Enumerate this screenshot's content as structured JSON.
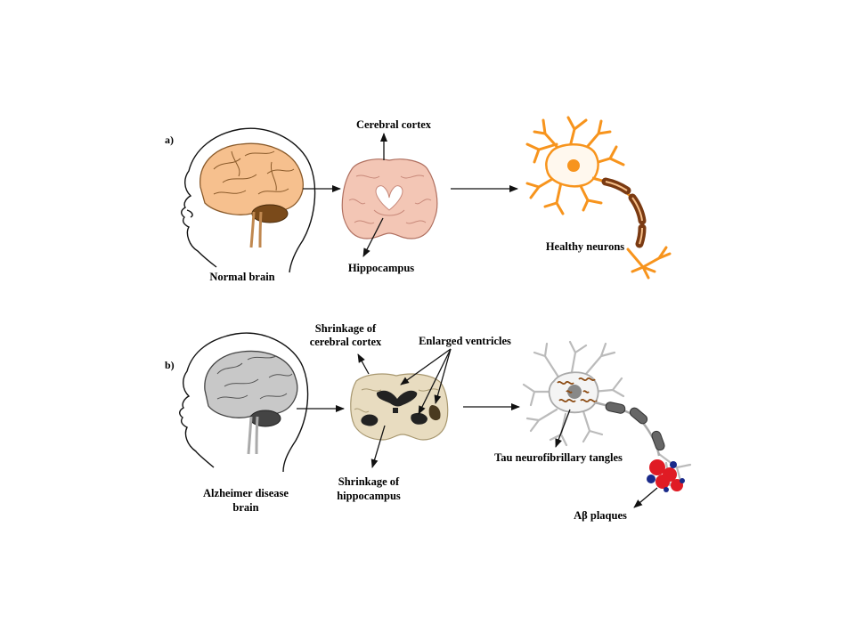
{
  "panel_a": {
    "letter": "a)",
    "normal_brain": "Normal brain",
    "cerebral_cortex": "Cerebral cortex",
    "hippocampus": "Hippocampus",
    "healthy_neurons": "Healthy neurons"
  },
  "panel_b": {
    "letter": "b)",
    "ad_brain_line1": "Alzheimer disease",
    "ad_brain_line2": "brain",
    "shrink_cortex_line1": "Shrinkage of",
    "shrink_cortex_line2": "cerebral cortex",
    "enlarged_ventricles": "Enlarged ventricles",
    "shrink_hippo_line1": "Shrinkage of",
    "shrink_hippo_line2": "hippocampus",
    "tau_tangles": "Tau neurofibrillary tangles",
    "ab_plaques": "Aβ plaques"
  },
  "colors": {
    "healthy_brain": "#f6c08e",
    "healthy_section": "#f3c6b5",
    "healthy_neuron": "#f7941d",
    "myelin": "#7a3a12",
    "ad_brain": "#c8c8c8",
    "ad_section": "#e8dcc0",
    "tangles": "#8b4a12",
    "plaques": "#e01b24"
  }
}
